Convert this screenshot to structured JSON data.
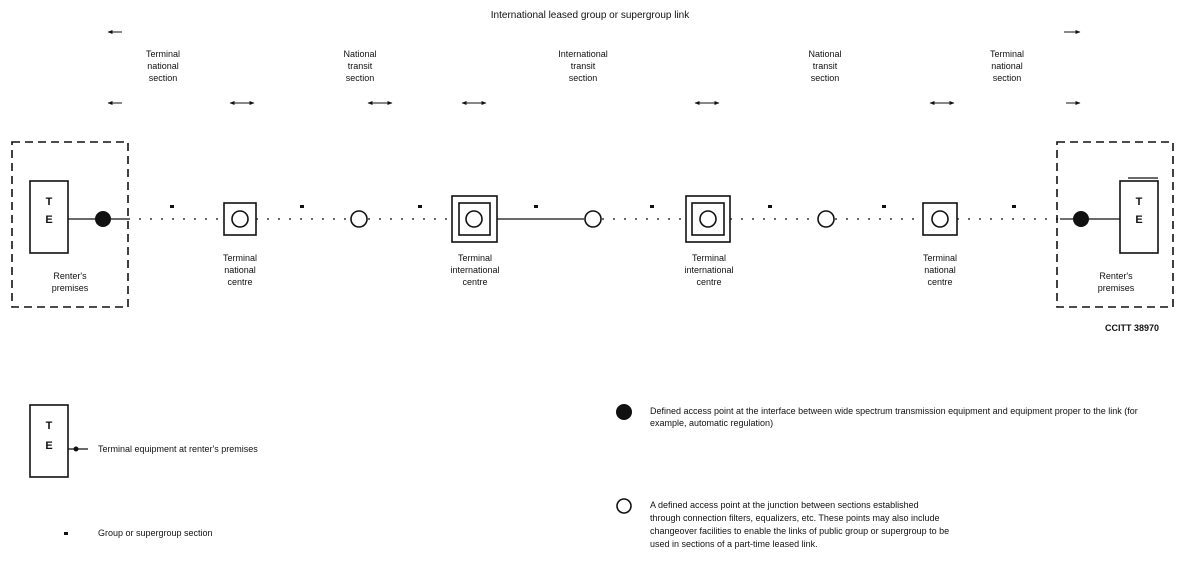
{
  "title": "International leased group or supergroup link",
  "sections": {
    "terminal_left": "Terminal\nnational\nsection",
    "national_transit_left": "National\ntransit\nsection",
    "international": "International\ntransit\nsection",
    "national_transit_right": "National\ntransit\nsection",
    "terminal_right": "Terminal\nnational\nsection"
  },
  "stations": {
    "renter_left": "Renter's\npremises",
    "terminal_national_centre_left": "Terminal\nnational\ncentre",
    "terminal_international_centre_left": "Terminal\ninternational\ncentre",
    "terminal_international_centre_right": "Terminal\ninternational\ncentre",
    "terminal_national_centre_right": "Terminal\nnational\ncentre",
    "renter_right": "Renter's\npremises"
  },
  "te_letters": {
    "top": "T",
    "bottom": "E"
  },
  "figure_code": "CCITT 38970",
  "legend": {
    "te": "Terminal equipment at renter's premises",
    "group": "Group or supergroup section",
    "filled_dot": "Defined access point at the interface between wide spectrum transmission equipment and equipment proper to the link (for example, automatic regulation)",
    "open_dot_lines": [
      "A defined access point at the junction between sections established",
      "through connection filters, equalizers, etc. These points may also include",
      "changeover facilities to enable the links of public group or supergroup to be",
      "used in sections of a part-time leased link."
    ]
  }
}
